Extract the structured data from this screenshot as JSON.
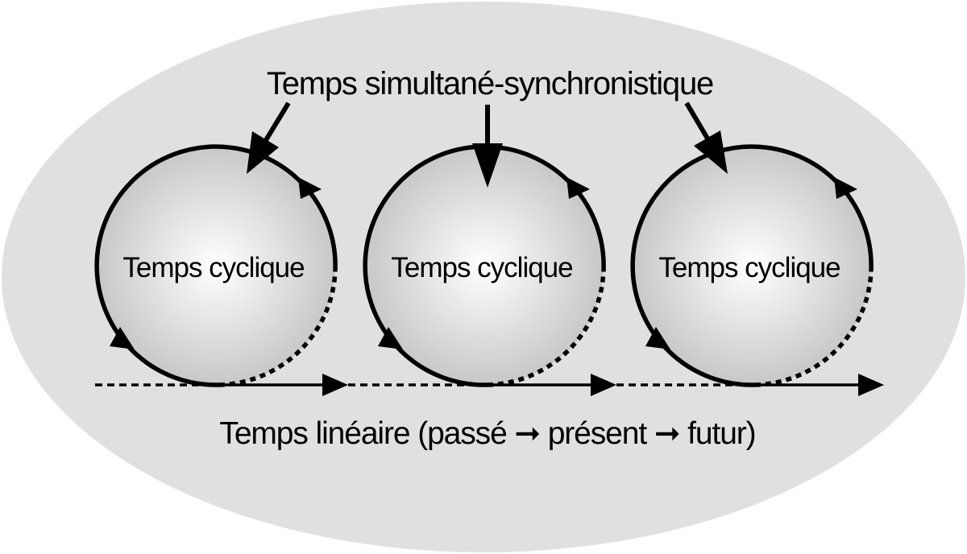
{
  "labels": {
    "synchronistic": "Temps simultané-synchronistique",
    "linear": "Temps linéaire (passé ➞ présent ➞ futur)"
  },
  "cycles": [
    {
      "label": "Temps cyclique"
    },
    {
      "label": "Temps cyclique"
    },
    {
      "label": "Temps cyclique"
    }
  ],
  "colors": {
    "ellipse_fill": "#e0e0e0",
    "sphere_light": "#ffffff",
    "sphere_dark": "#c2c2c2",
    "stroke": "#000000"
  }
}
